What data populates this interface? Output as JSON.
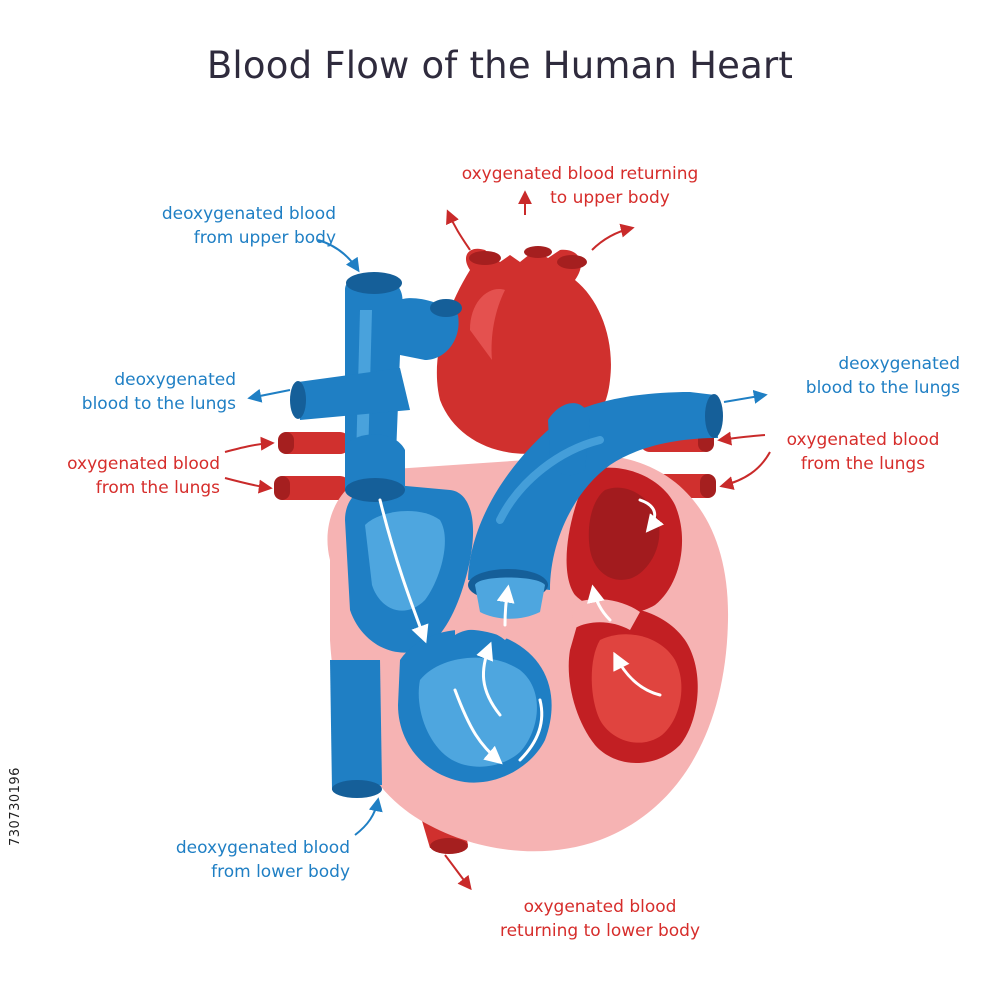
{
  "title": "Blood Flow of the Human Heart",
  "colors": {
    "deoxygenated": "#1f7fc4",
    "oxygenated": "#d62d2b",
    "heart_wall": "#f6b3b3"
  },
  "labels": {
    "deoxy_upper_body": [
      "deoxygenated blood",
      "from upper body"
    ],
    "oxy_upper_body": [
      "oxygenated blood returning",
      "to upper body"
    ],
    "deoxy_lungs_left": [
      "deoxygenated",
      "blood to the lungs"
    ],
    "oxy_lungs_left": [
      "oxygenated blood",
      "from the lungs"
    ],
    "deoxy_lungs_right": [
      "deoxygenated",
      "blood to the lungs"
    ],
    "oxy_lungs_right": [
      "oxygenated blood",
      "from the lungs"
    ],
    "deoxy_lower_body": [
      "deoxygenated blood",
      "from lower body"
    ],
    "oxy_lower_body": [
      "oxygenated blood",
      "returning to lower body"
    ]
  },
  "watermark": "730730196"
}
